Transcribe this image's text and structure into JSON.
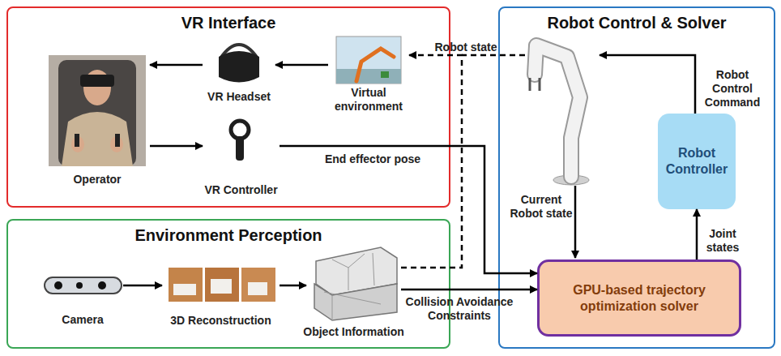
{
  "diagram": {
    "nodes": [
      {
        "text": [
          "VR Interface"
        ]
      },
      {
        "text": [
          "Operator"
        ],
        "in": 0
      },
      {
        "text": [
          "VR Headset"
        ],
        "in": 0
      },
      {
        "text": [
          "Virtual environment"
        ],
        "in": 0
      },
      {
        "text": [
          "VR Controller"
        ],
        "in": 0
      },
      {
        "text": [
          "Environment Perception"
        ]
      },
      {
        "text": [
          "Camera"
        ],
        "in": 5
      },
      {
        "text": [
          "3D Reconstruction"
        ],
        "in": 5
      },
      {
        "text": [
          "Object Information"
        ],
        "in": 5
      },
      {
        "text": [
          "Robot Control & Solver"
        ]
      },
      {
        "text": [
          "Robot Controller"
        ],
        "in": 9
      },
      {
        "text": [
          "GPU-based trajectory optimization solver"
        ],
        "in": 9
      }
    ],
    "edges": [
      {
        "from": 3,
        "to": 2,
        "arrow": "to"
      },
      {
        "from": 2,
        "to": 1,
        "arrow": "to"
      },
      {
        "from": 1,
        "to": 4,
        "arrow": "to"
      },
      {
        "from": 4,
        "to": 11,
        "label": "End effector pose",
        "arrow": "to"
      },
      {
        "from": 6,
        "to": 7,
        "arrow": "to"
      },
      {
        "from": 7,
        "to": 8,
        "arrow": "to"
      },
      {
        "from": 8,
        "to": 11,
        "label": "Collision Avoidance Constraints",
        "arrow": "to"
      },
      {
        "from": 11,
        "to": 10,
        "label": "Joint states",
        "arrow": "to"
      },
      {
        "from": 8,
        "to": 3,
        "arrow": "to"
      }
    ],
    "labels": [
      "Robot state",
      "Current Robot state",
      "Robot Control Command"
    ]
  }
}
